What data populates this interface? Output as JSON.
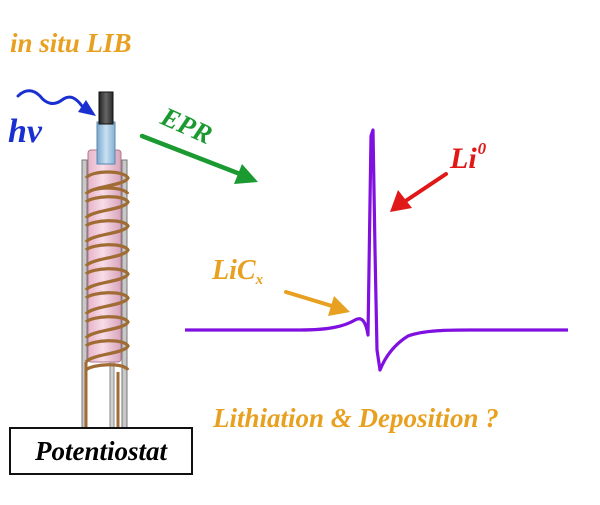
{
  "title": "in situ LIB",
  "light_label": "hv",
  "epr_label": "EPR",
  "li_label": {
    "base": "Li",
    "sup": "0"
  },
  "licx_label": {
    "base": "LiC",
    "sub": "x"
  },
  "question": "Lithiation & Deposition ?",
  "instrument_label": "Potentiostat",
  "colors": {
    "orange": "#E8A020",
    "blue": "#1A2FD0",
    "green": "#1A9A30",
    "red": "#E01818",
    "signal": "#8010E0",
    "coil": "#B07838",
    "tube": "#F0C8D8",
    "rod_top": "#444444",
    "rod_blue": "#A8CCE8"
  },
  "icons": [
    "wavy-light-arrow-icon",
    "epr-arrow-icon",
    "li-arrow-icon",
    "licx-arrow-icon"
  ]
}
